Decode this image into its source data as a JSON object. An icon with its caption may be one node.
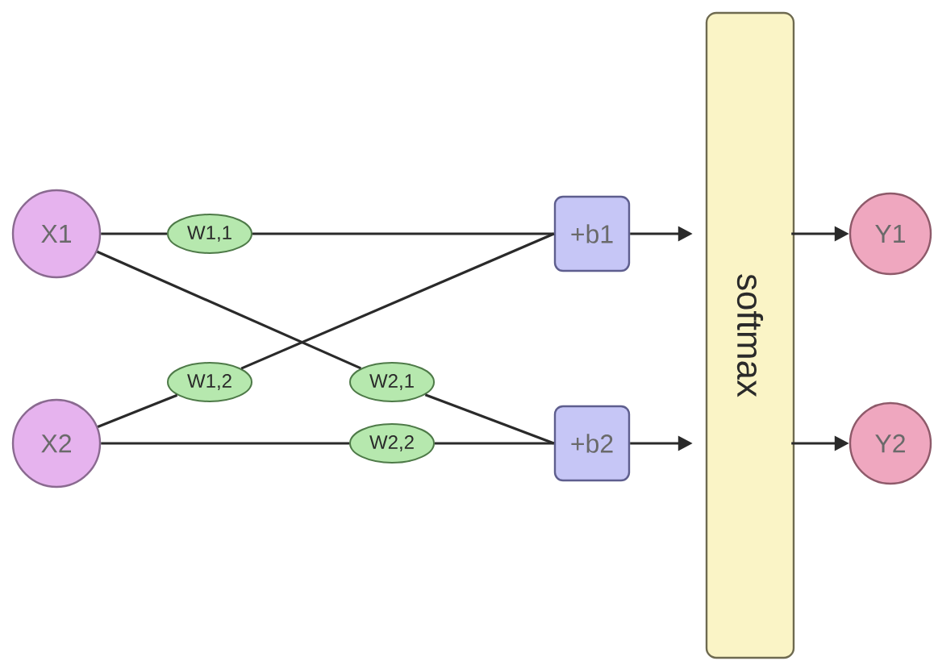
{
  "diagram": {
    "nodes": [
      {
        "text": [
          "X1"
        ]
      },
      {
        "text": [
          "X2"
        ]
      },
      {
        "text": [
          "W1,1"
        ]
      },
      {
        "text": [
          "W1,2"
        ]
      },
      {
        "text": [
          "W2,1"
        ]
      },
      {
        "text": [
          "W2,2"
        ]
      },
      {
        "text": [
          "+b1"
        ]
      },
      {
        "text": [
          "+b2"
        ]
      },
      {
        "text": [
          "softmax"
        ]
      },
      {
        "text": [
          "Y1"
        ]
      },
      {
        "text": [
          "Y2"
        ]
      }
    ],
    "edges": [
      {
        "from": 0,
        "to": 2,
        "arrow": "none"
      },
      {
        "from": 2,
        "to": 6,
        "arrow": "none"
      },
      {
        "from": 0,
        "to": 4,
        "arrow": "none"
      },
      {
        "from": 4,
        "to": 7,
        "arrow": "none"
      },
      {
        "from": 1,
        "to": 3,
        "arrow": "none"
      },
      {
        "from": 3,
        "to": 6,
        "arrow": "none"
      },
      {
        "from": 1,
        "to": 5,
        "arrow": "none"
      },
      {
        "from": 5,
        "to": 7,
        "arrow": "none"
      },
      {
        "from": 6,
        "to": 8,
        "arrow": "to"
      },
      {
        "from": 7,
        "to": 8,
        "arrow": "to"
      },
      {
        "from": 8,
        "to": 9,
        "arrow": "to"
      },
      {
        "from": 8,
        "to": 10,
        "arrow": "to"
      }
    ]
  }
}
